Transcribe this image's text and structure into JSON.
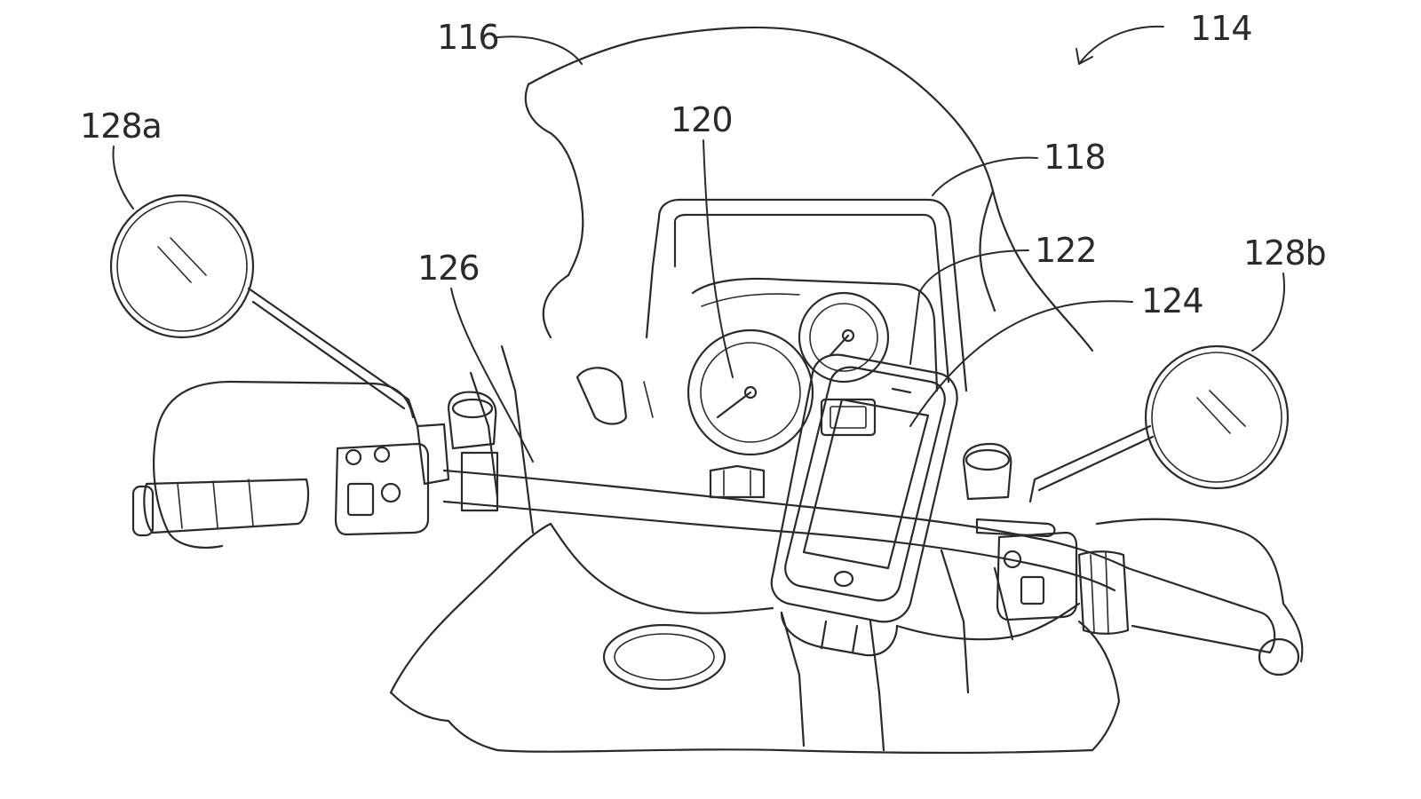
{
  "figure": {
    "labels": {
      "assembly": "114",
      "windshield": "116",
      "instrument_cluster": "118",
      "display_device": "120",
      "mount": "122",
      "screen": "124",
      "handlebar": "126",
      "left_mirror": "128a",
      "right_mirror": "128b"
    }
  }
}
